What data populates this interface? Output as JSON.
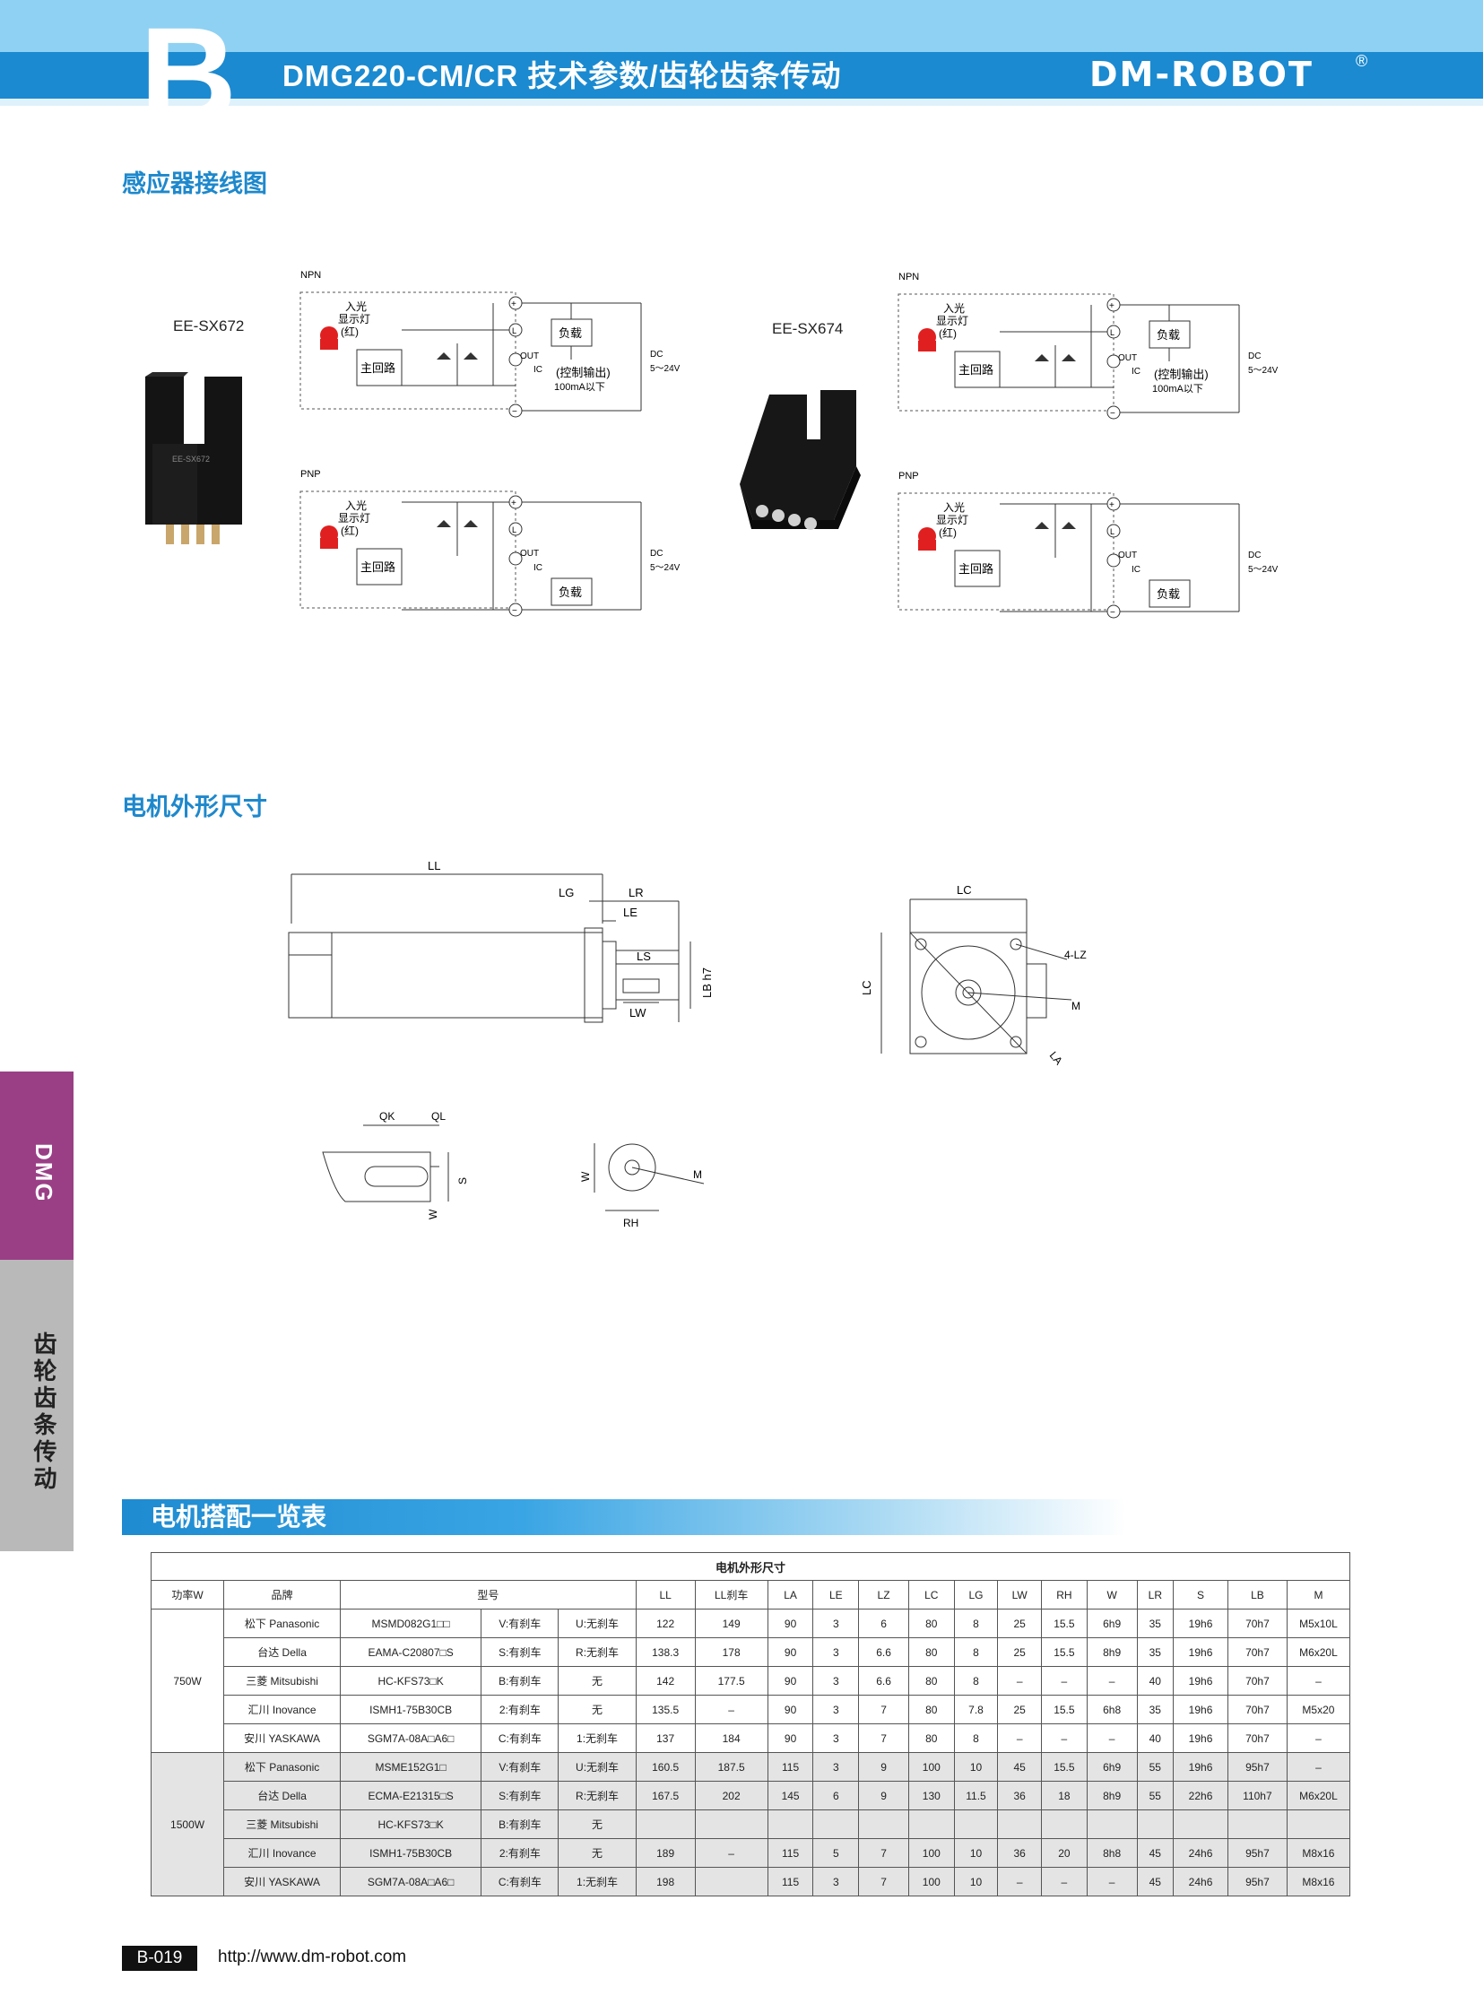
{
  "header": {
    "letter": "B",
    "title": "DMG220-CM/CR 技术参数/齿轮齿条传动",
    "logo": "DM-ROBOT",
    "registered": "®"
  },
  "sections": {
    "wiring": "感应器接线图",
    "outline": "电机外形尺寸",
    "matching": "电机搭配一览表"
  },
  "sensors": [
    {
      "model": "EE-SX672"
    },
    {
      "model": "EE-SX674"
    }
  ],
  "circuit_labels": {
    "npn": "NPN",
    "pnp": "PNP",
    "led_line1": "入光",
    "led_line2": "显示灯",
    "led_line3": "(红)",
    "main_circuit": "主回路",
    "load": "负载",
    "out": "OUT",
    "ic": "IC",
    "control_out": "(控制输出)",
    "control_current": "100mA以下",
    "dc": "DC",
    "dc_range": "5～24V",
    "plus": "+",
    "minus": "−",
    "l": "L"
  },
  "dimension_labels": {
    "ll": "LL",
    "lg": "LG",
    "lr": "LR",
    "le": "LE",
    "ls": "LS",
    "lw": "LW",
    "lb": "LB h7",
    "lc": "LC",
    "lz": "4-LZ",
    "m": "M",
    "la": "LA",
    "qk": "QK",
    "ql": "QL",
    "s": "S",
    "w": "W",
    "rh": "RH"
  },
  "side_tabs": {
    "dmg": "DMG",
    "gear": "齿轮齿条传动"
  },
  "table": {
    "caption": "电机外形尺寸",
    "headers": [
      "功率W",
      "品牌",
      "型号",
      "LL",
      "LL刹车",
      "LA",
      "LE",
      "LZ",
      "LC",
      "LG",
      "LW",
      "RH",
      "W",
      "LR",
      "S",
      "LB",
      "M"
    ],
    "groups": [
      {
        "power": "750W",
        "rows": [
          [
            "松下 Panasonic",
            "MSMD082G1□□",
            "V:有刹车",
            "U:无刹车",
            "122",
            "149",
            "90",
            "3",
            "6",
            "80",
            "8",
            "25",
            "15.5",
            "6h9",
            "35",
            "19h6",
            "70h7",
            "M5x10L"
          ],
          [
            "台达 Della",
            "EAMA-C20807□S",
            "S:有刹车",
            "R:无刹车",
            "138.3",
            "178",
            "90",
            "3",
            "6.6",
            "80",
            "8",
            "25",
            "15.5",
            "8h9",
            "35",
            "19h6",
            "70h7",
            "M6x20L"
          ],
          [
            "三菱 Mitsubishi",
            "HC-KFS73□K",
            "B:有刹车",
            "无",
            "142",
            "177.5",
            "90",
            "3",
            "6.6",
            "80",
            "8",
            "–",
            "–",
            "–",
            "40",
            "19h6",
            "70h7",
            "–"
          ],
          [
            "汇川 Inovance",
            "ISMH1-75B30CB",
            "2:有刹车",
            "无",
            "135.5",
            "–",
            "90",
            "3",
            "7",
            "80",
            "7.8",
            "25",
            "15.5",
            "6h8",
            "35",
            "19h6",
            "70h7",
            "M5x20"
          ],
          [
            "安川 YASKAWA",
            "SGM7A-08A□A6□",
            "C:有刹车",
            "1:无刹车",
            "137",
            "184",
            "90",
            "3",
            "7",
            "80",
            "8",
            "–",
            "–",
            "–",
            "40",
            "19h6",
            "70h7",
            "–"
          ]
        ]
      },
      {
        "power": "1500W",
        "rows": [
          [
            "松下 Panasonic",
            "MSME152G1□",
            "V:有刹车",
            "U:无刹车",
            "160.5",
            "187.5",
            "115",
            "3",
            "9",
            "100",
            "10",
            "45",
            "15.5",
            "6h9",
            "55",
            "19h6",
            "95h7",
            "–"
          ],
          [
            "台达 Della",
            "ECMA-E21315□S",
            "S:有刹车",
            "R:无刹车",
            "167.5",
            "202",
            "145",
            "6",
            "9",
            "130",
            "11.5",
            "36",
            "18",
            "8h9",
            "55",
            "22h6",
            "110h7",
            "M6x20L"
          ],
          [
            "三菱 Mitsubishi",
            "HC-KFS73□K",
            "B:有刹车",
            "无",
            "",
            "",
            "",
            "",
            "",
            "",
            "",
            "",
            "",
            "",
            "",
            "",
            "",
            ""
          ],
          [
            "汇川 Inovance",
            "ISMH1-75B30CB",
            "2:有刹车",
            "无",
            "189",
            "–",
            "115",
            "5",
            "7",
            "100",
            "10",
            "36",
            "20",
            "8h8",
            "45",
            "24h6",
            "95h7",
            "M8x16"
          ],
          [
            "安川 YASKAWA",
            "SGM7A-08A□A6□",
            "C:有刹车",
            "1:无刹车",
            "198",
            "",
            "115",
            "3",
            "7",
            "100",
            "10",
            "–",
            "–",
            "–",
            "45",
            "24h6",
            "95h7",
            "M8x16"
          ]
        ]
      }
    ]
  },
  "footer": {
    "page": "B-019",
    "url": "http://www.dm-robot.com"
  },
  "colors": {
    "header_light": "#8fd1f3",
    "header_band": "#1b8ad0",
    "section_blue": "#1e88cc",
    "tab_purple": "#9a3f86",
    "tab_grey": "#b9b9b9",
    "led_red": "#e02020",
    "row_grey": "#e4e4e4"
  }
}
